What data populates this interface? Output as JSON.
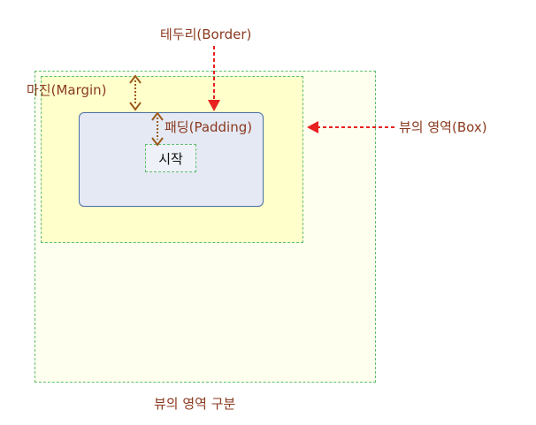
{
  "labels": {
    "border": "테두리(Border)",
    "margin": "마진(Margin)",
    "padding": "패딩(Padding)",
    "box": "뷰의 영역(Box)",
    "content": "시작",
    "caption": "뷰의 영역 구분"
  },
  "colors": {
    "label_text": "#8a3a1f",
    "arrow_red": "#e82020",
    "arrow_brown": "#9a5a1a",
    "dashed_green": "#5fbf6f",
    "outer_fill": "#fffff0",
    "margin_fill": "#ffffcc",
    "border_fill": "#e5e9f3",
    "border_stroke": "#4a6fa5"
  }
}
